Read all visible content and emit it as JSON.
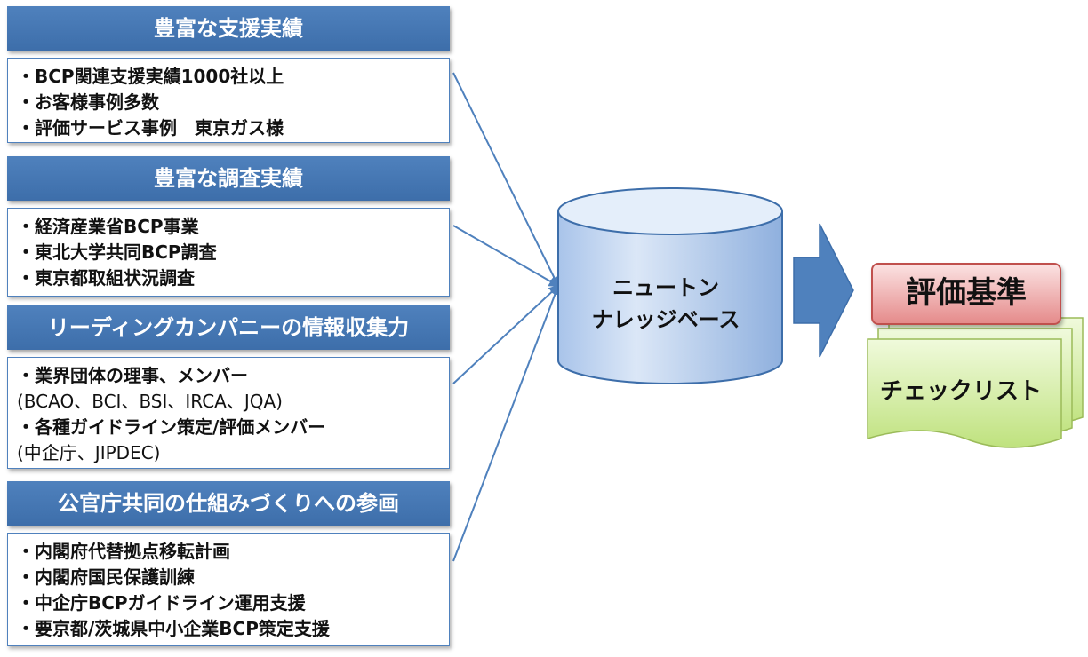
{
  "panels": [
    {
      "title": "豊富な支援実績",
      "items": [
        "・BCP関連支援実績1000社以上",
        "・お客様事例多数",
        "・評価サービス事例　東京ガス様"
      ]
    },
    {
      "title": "豊富な調査実績",
      "items": [
        "・経済産業省BCP事業",
        "・東北大学共同BCP調査",
        "・東京都取組状況調査"
      ]
    },
    {
      "title": "リーディングカンパニーの情報収集力",
      "items": [
        "・業界団体の理事、メンバー",
        "(BCAO、BCI、BSI、IRCA、JQA)",
        "・各種ガイドライン策定/評価メンバー",
        "(中企庁、JIPDEC)"
      ]
    },
    {
      "title": "公官庁共同の仕組みづくりへの参画",
      "items": [
        "・内閣府代替拠点移転計画",
        "・内閣府国民保護訓練",
        "・中企庁BCPガイドライン運用支援",
        "・要京都/茨城県中小企業BCP策定支援"
      ]
    }
  ],
  "database": {
    "line1": "ニュートン",
    "line2": "ナレッジベース"
  },
  "output": {
    "badge": "評価基準",
    "document": "チェックリスト"
  },
  "colors": {
    "panel_header": "#4f81bd",
    "arrow": "#4f81bd",
    "badge_border": "#c0504d",
    "document_fill": "#d7f0a6"
  }
}
